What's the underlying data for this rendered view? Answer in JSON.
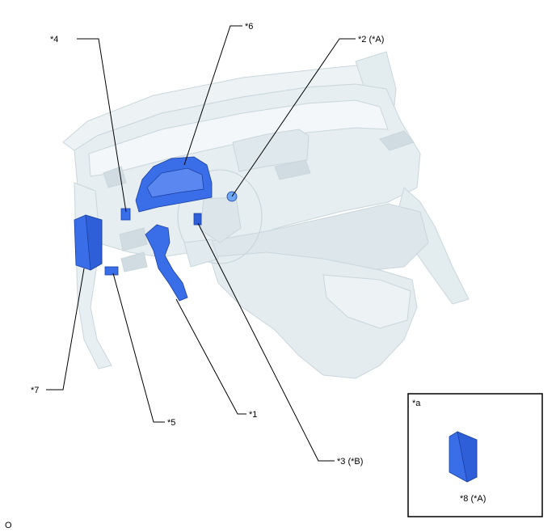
{
  "diagram": {
    "callouts": [
      {
        "id": "c1",
        "text": "*1"
      },
      {
        "id": "c2",
        "text": "*2 (*A)"
      },
      {
        "id": "c3",
        "text": "*3 (*B)"
      },
      {
        "id": "c4",
        "text": "*4"
      },
      {
        "id": "c5",
        "text": "*5"
      },
      {
        "id": "c6",
        "text": "*6"
      },
      {
        "id": "c7",
        "text": "*7"
      }
    ],
    "inset": {
      "title": "*a",
      "callout": "*8 (*A)"
    },
    "footer_code": "O"
  },
  "colors": {
    "component_blue": "#3a6ee8",
    "component_blue_dark": "#1f4fcf",
    "interior_light": "#e6eef1",
    "interior_mid": "#d2dee3"
  }
}
